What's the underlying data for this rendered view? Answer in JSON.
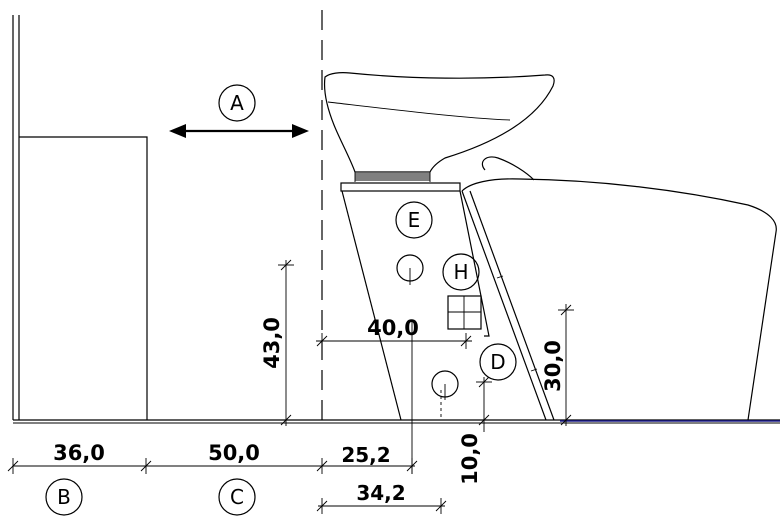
{
  "callouts": {
    "a": "A",
    "b": "B",
    "c": "C",
    "d": "D",
    "e": "E",
    "h": "H"
  },
  "dimensions": {
    "d36": "36,0",
    "d50": "50,0",
    "d25": "25,2",
    "d34": "34,2",
    "d40": "40,0",
    "d43": "43,0",
    "d30": "30,0",
    "d10": "10,0"
  },
  "colors": {
    "line": "#000000",
    "floor_accent": "#1a1a8c"
  }
}
